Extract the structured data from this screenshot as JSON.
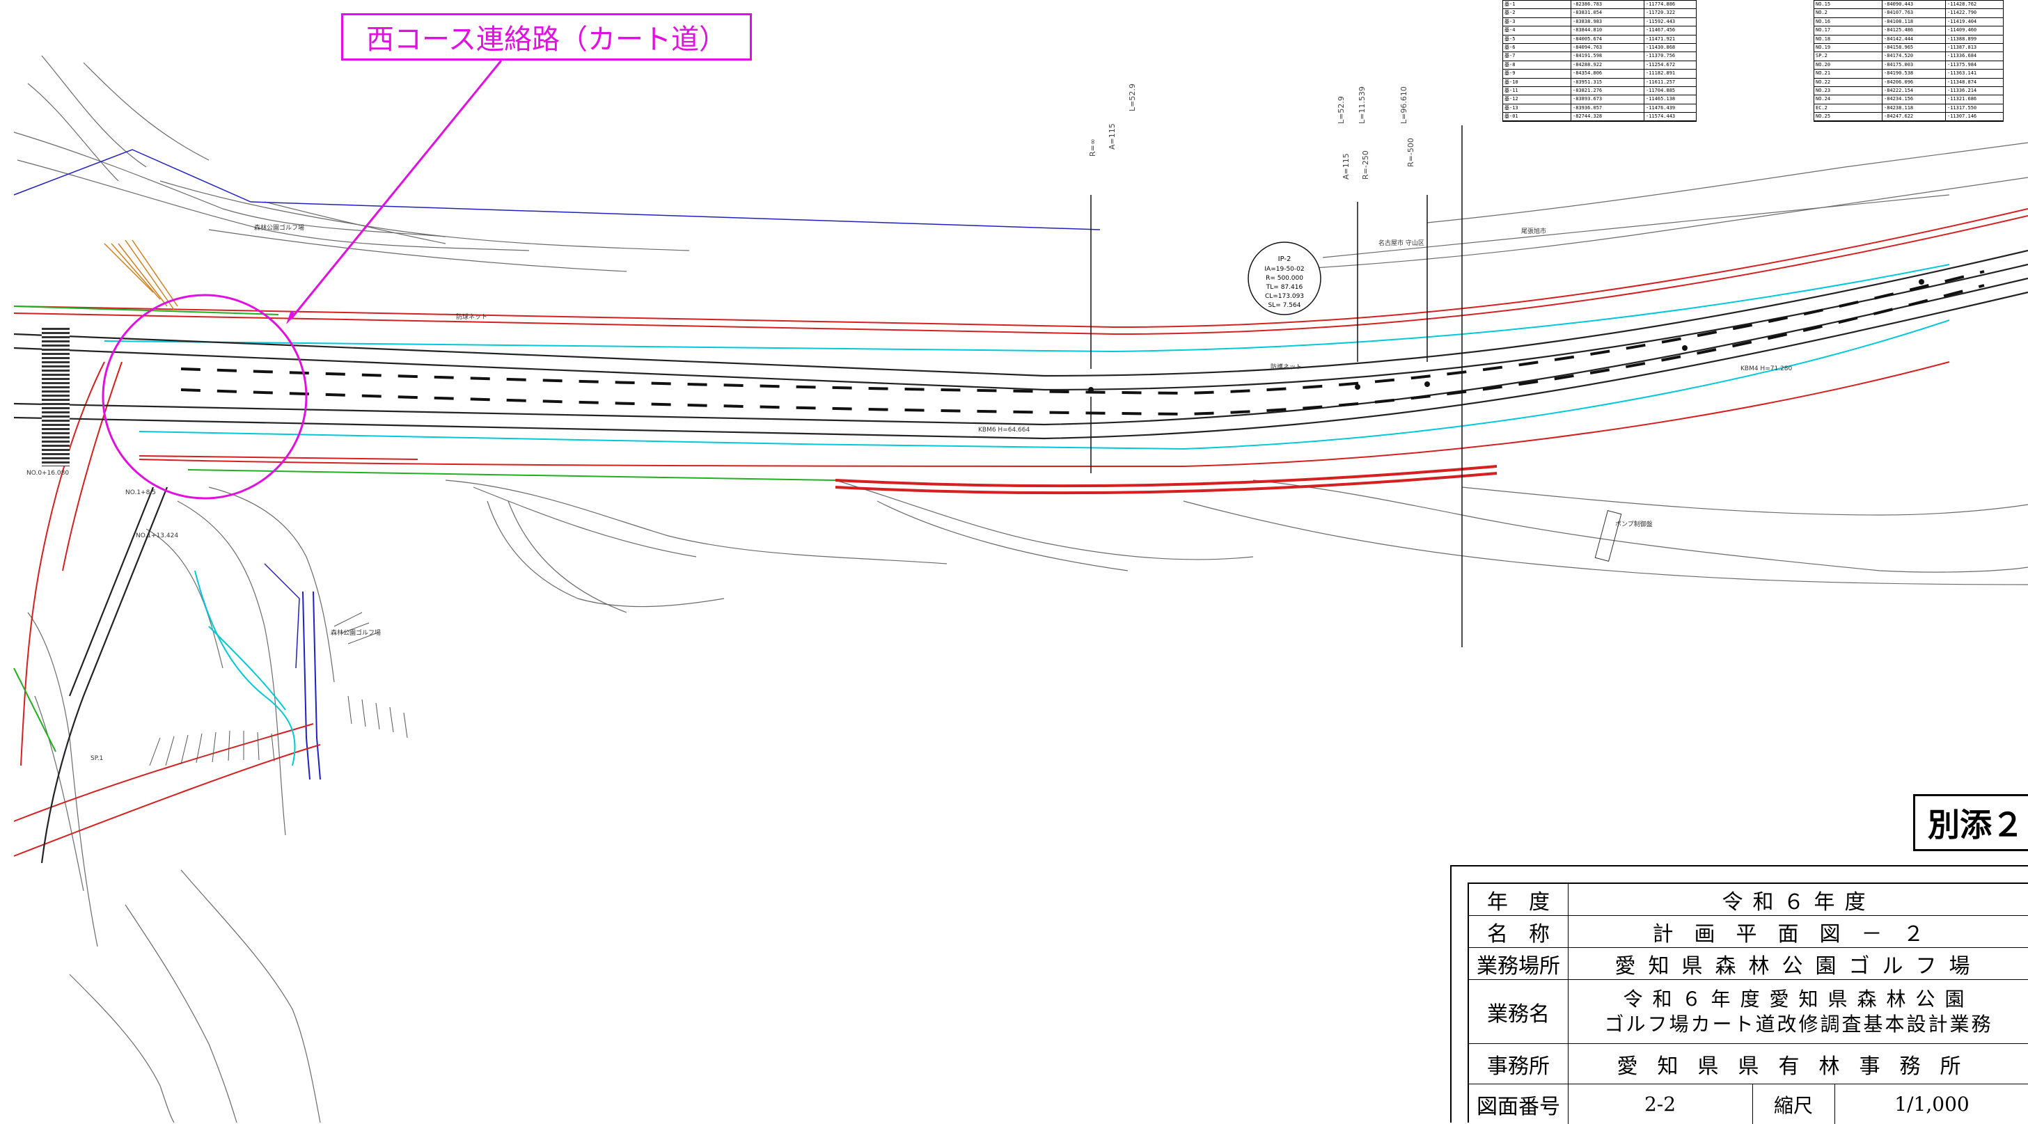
{
  "callout": {
    "text": "西コース連絡路（カート道）"
  },
  "attachment": {
    "text": "別添２"
  },
  "title_block": {
    "rows": [
      {
        "label": "年　度",
        "value": "令和６年度"
      },
      {
        "label": "名　称",
        "value": "計画平面図－２"
      },
      {
        "label": "業務場所",
        "value": "愛知県森林公園ゴルフ場"
      },
      {
        "label": "業務名",
        "line1": "令和６年度愛知県森林公園",
        "line2": "ゴルフ場カート道改修調査基本設計業務"
      },
      {
        "label": "事務所",
        "value": "愛知県県有林事務所"
      }
    ],
    "drawing_number_label": "図面番号",
    "drawing_number": "2-2",
    "scale_label": "縮尺",
    "scale": "1/1,000"
  },
  "curve_labels": {
    "r_left": "R=∞",
    "a_left": "A=115",
    "l_left": "L=52.9",
    "l_mid": "L=52.9",
    "a_mid": "A=115",
    "r_mid": "R=-250",
    "l_mid2": "L=11.539",
    "l_right": "L=96.610",
    "r_right": "R=-500"
  },
  "ip_box": {
    "title": "IP-2",
    "lines": [
      "IA=19-50-02",
      "R= 500.000",
      "TL= 87.416",
      "CL=173.093",
      "SL= 7.564"
    ]
  },
  "map_texts": {
    "golf1": "森林公園ゴルフ場",
    "golf2": "森林公園ゴルフ場",
    "net1": "防球ネット",
    "net2": "防護ネット",
    "city1": "尾張旭市",
    "city2": "名古屋市 守山区",
    "pump": "ポンプ制御盤",
    "station_left": "NO.0+16.080",
    "station_b": "NO.1+8.5",
    "station_c": "NO.1+13.424",
    "kp1": "KBM6 H=64.664",
    "kp2": "KBM4 H=71.280",
    "sp": "SP.1"
  },
  "colors": {
    "road_red": "#d42020",
    "cyan": "#00c8d8",
    "magenta": "#e010e0",
    "green": "#20b020",
    "blue": "#2020c0",
    "orange": "#d08020",
    "contour": "#6a6a6a"
  },
  "coord_table_left": [
    [
      "基-1",
      "-82386.783",
      "-11774.886"
    ],
    [
      "基-2",
      "-83831.054",
      "-11720.322"
    ],
    [
      "基-3",
      "-83838.983",
      "-11592.443"
    ],
    [
      "基-4",
      "-83844.810",
      "-11467.456"
    ],
    [
      "基-5",
      "-84005.674",
      "-11471.921"
    ],
    [
      "基-6",
      "-84094.763",
      "-11430.868"
    ],
    [
      "基-7",
      "-84191.598",
      "-11370.756"
    ],
    [
      "基-8",
      "-84288.922",
      "-11254.672"
    ],
    [
      "基-9",
      "-84354.806",
      "-11182.891"
    ],
    [
      "基-10",
      "-83951.315",
      "-11611.257"
    ],
    [
      "基-11",
      "-83821.276",
      "-11704.885"
    ],
    [
      "基-12",
      "-83893.673",
      "-11465.138"
    ],
    [
      "基-13",
      "-83936.057",
      "-11476.439"
    ],
    [
      "基-01",
      "-82744.328",
      "-11574.443"
    ]
  ],
  "coord_table_right": [
    [
      "NO.15",
      "-84090.443",
      "-11428.762"
    ],
    [
      "NO.2",
      "-84107.763",
      "-11422.790"
    ],
    [
      "NO.16",
      "-84108.118",
      "-11419.404"
    ],
    [
      "NO.17",
      "-84125.486",
      "-11409.460"
    ],
    [
      "NO.18",
      "-84142.444",
      "-11388.899"
    ],
    [
      "NO.19",
      "-84158.965",
      "-11387.813"
    ],
    [
      "SP.2",
      "-84174.520",
      "-11336.684"
    ],
    [
      "NO.20",
      "-84175.003",
      "-11375.984"
    ],
    [
      "NO.21",
      "-84190.538",
      "-11363.141"
    ],
    [
      "NO.22",
      "-84206.096",
      "-11348.874"
    ],
    [
      "NO.23",
      "-84222.154",
      "-11336.214"
    ],
    [
      "NO.24",
      "-84234.156",
      "-11321.686"
    ],
    [
      "EC.2",
      "-84238.118",
      "-11317.550"
    ],
    [
      "NO.25",
      "-84247.622",
      "-11307.146"
    ]
  ]
}
